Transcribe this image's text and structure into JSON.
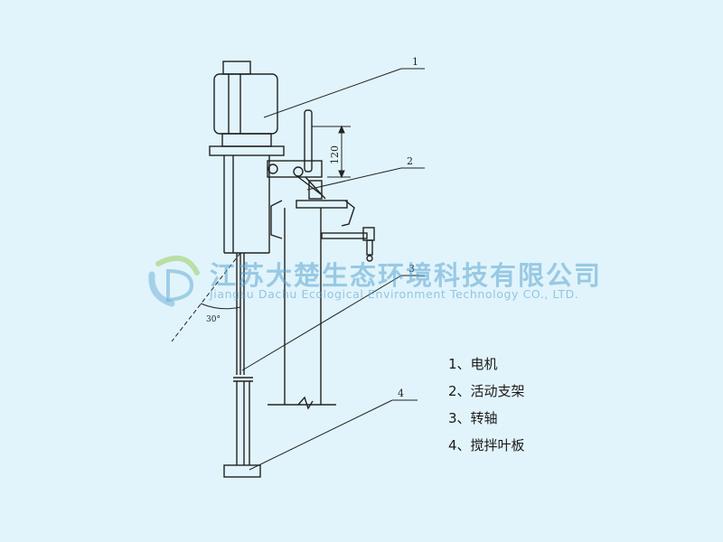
{
  "diagram": {
    "callouts": [
      "1",
      "2",
      "3",
      "4"
    ],
    "dimension_label": "120",
    "angle_label": "30°"
  },
  "legend": [
    "1、电机",
    "2、活动支架",
    "3、转轴",
    "4、搅拌叶板"
  ],
  "watermark": {
    "company_cn": "江苏大楚生态环境科技有限公司",
    "company_en": "Jiangsu Dachu Ecological Environment Technology CO., LTD."
  },
  "colors": {
    "background": "#e1f4fb",
    "line": "#222222",
    "watermark_blue": "#5fa5d2",
    "watermark_green": "#8cc63f"
  }
}
